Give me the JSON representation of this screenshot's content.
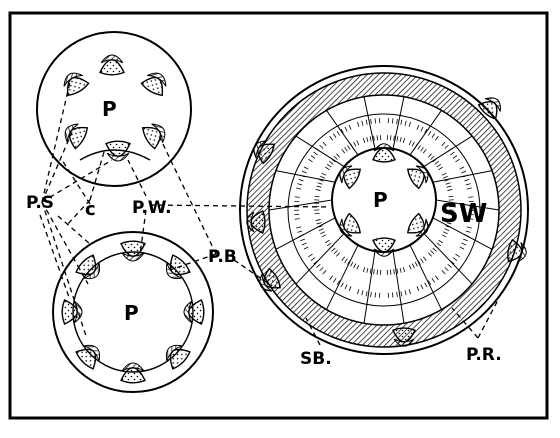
{
  "labels": {
    "top_pith": "P",
    "mid_pith": "P",
    "large_pith": "P",
    "primary_sieve": "P.S",
    "cambium": "c",
    "primary_wood": "P.W.",
    "phloem_bundle": "P.B",
    "secondary_wood": "SW",
    "secondary_bast": "SB.",
    "phloem_ray": "P.R."
  },
  "colors": {
    "ink": "#000000",
    "paper": "#ffffff"
  }
}
